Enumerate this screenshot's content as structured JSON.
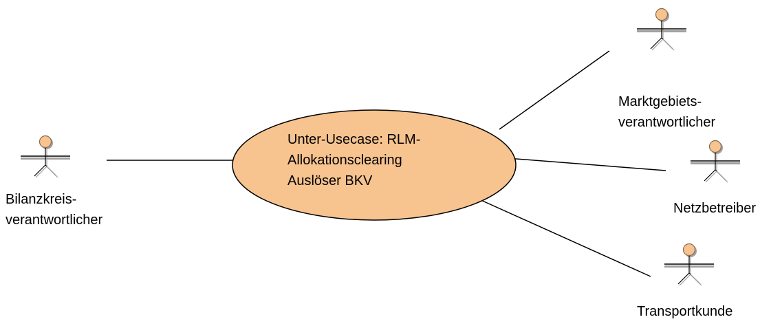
{
  "usecase": {
    "lines": [
      "Unter-Usecase: RLM-",
      "Allokationsclearing",
      "Auslöser BKV"
    ],
    "fill_color": "#f7c38f"
  },
  "actors": {
    "bilanzkreis": {
      "line1": "Bilanzkreis-",
      "line2": "verantwortlicher"
    },
    "marktgebiet": {
      "line1": "Marktgebiets-",
      "line2": "verantwortlicher"
    },
    "netz": {
      "line1": "Netzbetreiber"
    },
    "transport": {
      "line1": "Transportkunde"
    }
  },
  "colors": {
    "actor_head": "#f7c38f",
    "actor_shadow": "#a0a0a0",
    "line": "#000000"
  }
}
